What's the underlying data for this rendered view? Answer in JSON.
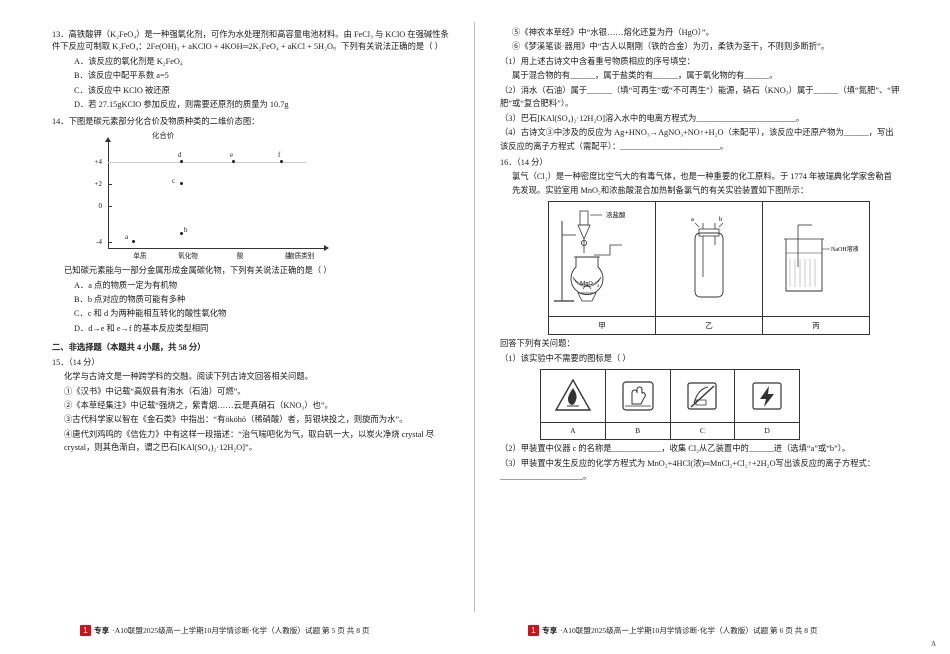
{
  "doc": {
    "footer_left": {
      "logo": "1",
      "brand": "专享",
      "text": "·A10联盟2025级高一上学期10月学情诊断·化学（人教版）试题 第 5 页  共 8 页"
    },
    "footer_right": {
      "logo": "1",
      "brand": "专享",
      "text": "·A10联盟2025级高一上学期10月学情诊断·化学（人教版）试题 第 6 页  共 8 页"
    },
    "corner_mark": "A"
  },
  "left": {
    "q13": {
      "stem": "13．高铁酸钾（K₂FeO₄）是一种强氧化剂，可作为水处理剂和高容量电池材料。由 FeCl₃ 与 KClO 在强碱性条件下反应可制取 K₂FeO₄：2Fe(OH)₃ + aKClO + 4KOH═2K₂FeO₄ + aKCl + 5H₂O。下列有关说法正确的是（      ）",
      "choices": [
        "A．该反应的氧化剂是 K₂FeO₄",
        "B．该反应中配平系数 a=5",
        "C．该反应中 KClO 被还原",
        "D．若 27.15gKClO 参加反应，则需要还原剂的质量为 10.7g"
      ]
    },
    "q14": {
      "stem": "14．下图是碳元素部分化合价及物质种类的二维价态图：",
      "note": "已知碳元素能与一部分金属形成金属碳化物，下列有关说法正确的是（       ）",
      "choices": [
        "A．a 点的物质一定为有机物",
        "B．b 点对应的物质可能有多种",
        "C．c 和 d 为两种能相互转化的酸性氧化物",
        "D．d→e 和 e→f 的基本反应类型相同"
      ]
    },
    "section2": "二、非选择题（本题共 4 小题，共 58 分）",
    "q15": {
      "head": "15．（14 分）",
      "lines": [
        "化学与古诗文是一种跨学科的交融。阅读下列古诗文回答相关问题。",
        "①《汉书》中记载“高奴县有洧水（石油）可燃”。",
        "②《本草经集注》中记载“强烧之，紫青烟……云是真硝石（KNO₃）也”。",
        "③古代科学家以智在《金石类》中指出：“有ököhö（稀硝酸）者，剪银块投之，则旋而为水”。",
        "④唐代刘鸡鸣的《信佐力》中有这样一段描述：“治气喘吧化为气，取白矾一大，以炭火净烧 crystal 尽 crystal，则其色渐白，谓之巴石[KAl(SO₄)₂·12H₂O]”。"
      ]
    }
  },
  "right": {
    "q15_cont": {
      "lines": [
        "⑤《神农本草经》中“水银……熔化还复为丹（HgO）”。",
        "⑥《梦溪笔谈·器用》中“古人以剛剛（铁的合金）为刃，柔铁为茎干，不则则多断折”。"
      ],
      "sub": [
        "（1）用上述古诗文中含着重号物质相应的序号填空：",
        "属于混合物的有______，属于盐类的有______，属于氧化物的有______。",
        "（2）消水（石油）属于______（填“可再生”或“不可再生”）能源，硝石（KNO₃）属于______（填“氮肥”、“钾肥”或“复合肥料”）。",
        "（3）巴石[KAl(SO₄)₂·12H₂O]溶入水中的电离方程式为________________________。",
        "（4）古诗文③中涉及的反应为 Ag+HNO₃→AgNO₃+NO↑+H₂O（未配平），该反应中还原产物为______，写出该反应的离子方程式（需配平）：________________________。"
      ]
    },
    "q16": {
      "head": "16．（14 分）",
      "stem": "氯气（Cl₂）是一种密度比空气大的有毒气体，也是一种重要的化工原料。于 1774 年被瑞典化学家舍勒首先发现。实验室用 MnO₂和浓盐酸混合加热制备氯气的有关实验装置如下图所示：",
      "apparatus_labels": [
        "甲",
        "乙",
        "丙"
      ],
      "apparatus_notes": {
        "collect": "浓盐酸",
        "mno2": "MnO₂",
        "ab": [
          "a",
          "b"
        ],
        "naoh": "NaOH溶液"
      },
      "answer_head": "回答下列有关问题：",
      "sub1": "（1）该实验中不需要的图标是（       ）",
      "icon_labels": [
        "A",
        "B",
        "C",
        "D"
      ],
      "sub2": "（2）甲装置中仪器 c 的名称是____________，收集 Cl₂从乙装置中的______进（选填“a”或“b”）。",
      "sub3": "（3）甲装置中发生反应的化学方程式为 MnO₂+4HCl(浓)═MnCl₂+Cl₂↑+2H₂O写出该反应的离子方程式：____________________。"
    }
  },
  "chart_data": {
    "type": "scatter",
    "title": "化合价",
    "ylabel": "化合价",
    "xlabel": "物质类别",
    "yticks": [
      "+4",
      "+2",
      "0",
      "-4"
    ],
    "ytick_values": [
      4,
      2,
      0,
      -4
    ],
    "xticks": [
      "单质",
      "氧化物",
      "酸",
      "盐"
    ],
    "points": [
      {
        "label": "a",
        "x": "单质",
        "y": -4
      },
      {
        "label": "b",
        "x": "氧化物",
        "y": -4
      },
      {
        "label": "d",
        "x": "氧化物",
        "y": 4
      },
      {
        "label": "e",
        "x": "酸",
        "y": 4
      },
      {
        "label": "f",
        "x": "盐",
        "y": 4
      },
      {
        "label": "c",
        "x": "氧化物",
        "y": 2
      }
    ],
    "grid": false,
    "legend": "none"
  }
}
